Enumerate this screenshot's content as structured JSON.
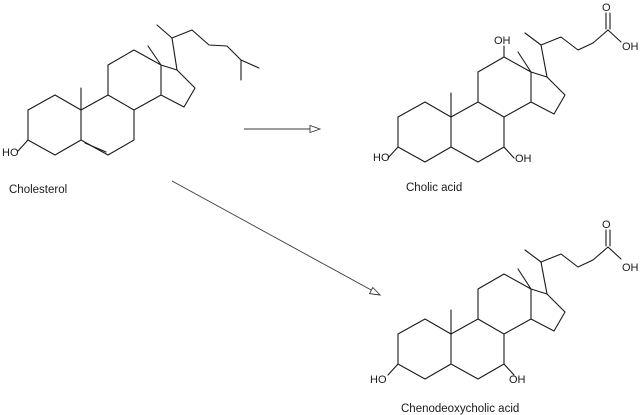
{
  "molecules": [
    {
      "name": "Cholesterol",
      "substituents": {
        "oh3": "HO"
      }
    },
    {
      "name": "Cholic acid",
      "substituents": {
        "oh3": "HO",
        "oh7": "OH",
        "oh12": "OH",
        "o_carbonyl": "O",
        "oh_acid": "OH"
      }
    },
    {
      "name": "Chenodeoxycholic acid",
      "substituents": {
        "oh3": "HO",
        "oh7": "OH",
        "o_carbonyl": "O",
        "oh_acid": "OH"
      }
    }
  ],
  "reactions": [
    {
      "from": "Cholesterol",
      "to": "Cholic acid"
    },
    {
      "from": "Cholesterol",
      "to": "Chenodeoxycholic acid"
    }
  ]
}
